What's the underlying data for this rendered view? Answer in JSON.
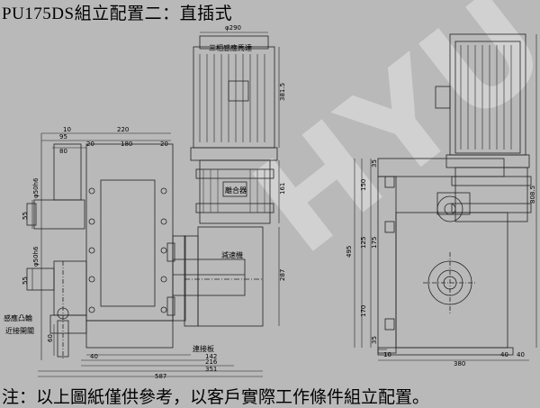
{
  "title": "PU175DS組立配置二：直插式",
  "note": "注：以上圖紙僅供參考，以客戶實際工作條件組立配置。",
  "watermark": "HYU",
  "labels": {
    "motor": "三相感應馬達",
    "coupler": "離合器",
    "reducer": "減速機",
    "cam": "感應凸輪",
    "proximity": "近接開關",
    "connecting_plate": "連接板"
  },
  "dimensions": {
    "d290": "φ290",
    "d3815": "381.5",
    "d220": "220",
    "d10": "10",
    "d180": "180",
    "d20a": "20",
    "d20b": "20",
    "d95": "95",
    "d80": "80",
    "d161": "161",
    "d287": "287",
    "shaft50a": "φ50h6",
    "shaft50b": "φ50h6",
    "d55a": "55",
    "d55b": "55",
    "d60": "60",
    "d40": "40",
    "d142": "142",
    "d216": "216",
    "d351": "351",
    "d587": "587",
    "d35a": "35",
    "d150": "150",
    "d175": "175",
    "d125": "125",
    "d170": "170",
    "d35b": "35",
    "d495": "495",
    "d8085": "808.5",
    "d380": "380",
    "d10b": "10",
    "d40b": "40",
    "d40c": "40"
  },
  "colors": {
    "background": "#b9b9b9",
    "line": "#222222",
    "watermark": "#d7d7d7"
  }
}
